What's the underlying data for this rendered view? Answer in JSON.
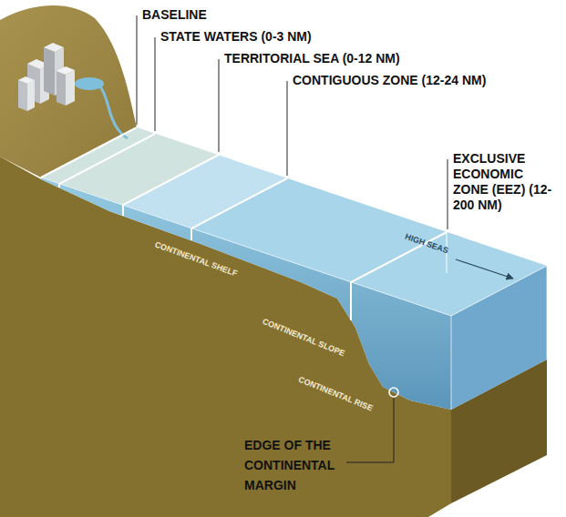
{
  "diagram": {
    "labels": [
      "BASELINE",
      "STATE WATERS (0-3 NM)",
      "TERRITORIAL SEA (0-12 NM)",
      "CONTIGUOUS ZONE (12-24 NM)",
      "EXCLUSIVE ECONOMIC ZONE (EEZ) (12-200 NM)",
      "HIGH SEAS",
      "CONTINENTAL SHELF",
      "CONTINENTAL SLOPE",
      "CONTINENTAL RISE",
      "EDGE OF THE CONTINENTAL MARGIN"
    ]
  }
}
